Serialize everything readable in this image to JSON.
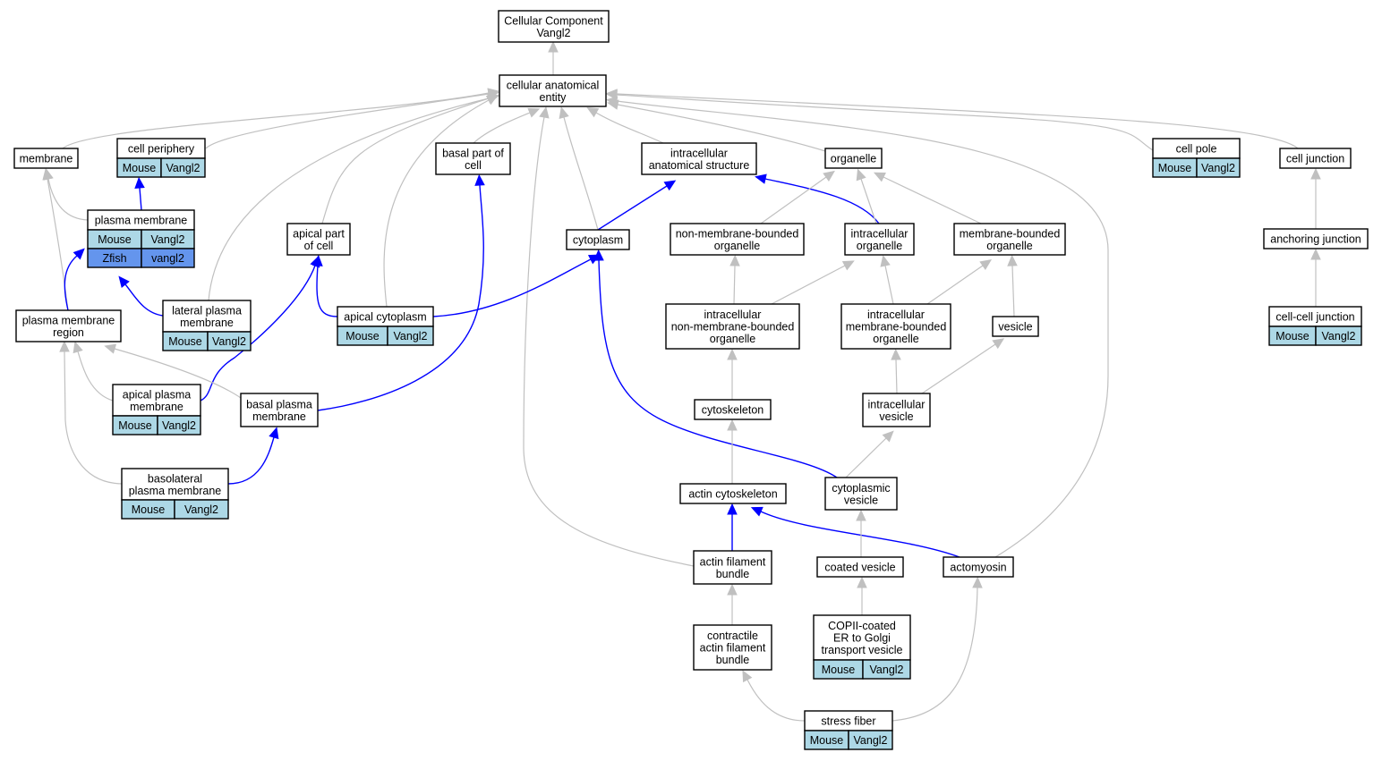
{
  "colors": {
    "is_a_edge": "#c0c0c0",
    "part_of_edge": "#0000ff",
    "mouse_cell": "#add8e6",
    "zfish_cell": "#6495ed",
    "node_fill": "#ffffff"
  },
  "nodes": {
    "root": {
      "lines": [
        "Cellular Component",
        "Vangl2"
      ]
    },
    "cae": {
      "lines": [
        "cellular anatomical",
        "entity"
      ]
    },
    "membrane": {
      "lines": [
        "membrane"
      ]
    },
    "cellperiph": {
      "lines": [
        "cell periphery"
      ],
      "annotations": [
        {
          "species": "Mouse",
          "gene": "Vangl2"
        }
      ]
    },
    "basalpart": {
      "lines": [
        "basal part of",
        "cell"
      ]
    },
    "ias": {
      "lines": [
        "intracellular",
        "anatomical structure"
      ]
    },
    "organelle": {
      "lines": [
        "organelle"
      ]
    },
    "cellpole": {
      "lines": [
        "cell pole"
      ],
      "annotations": [
        {
          "species": "Mouse",
          "gene": "Vangl2"
        }
      ]
    },
    "celljunction": {
      "lines": [
        "cell junction"
      ]
    },
    "plasmamem": {
      "lines": [
        "plasma membrane"
      ],
      "annotations": [
        {
          "species": "Mouse",
          "gene": "Vangl2"
        },
        {
          "species": "Zfish",
          "gene": "vangl2"
        }
      ]
    },
    "apicalpart": {
      "lines": [
        "apical part",
        "of cell"
      ]
    },
    "cytoplasm": {
      "lines": [
        "cytoplasm"
      ]
    },
    "nmbo": {
      "lines": [
        "non-membrane-bounded",
        "organelle"
      ]
    },
    "intorg": {
      "lines": [
        "intracellular",
        "organelle"
      ]
    },
    "mbo": {
      "lines": [
        "membrane-bounded",
        "organelle"
      ]
    },
    "anchoring": {
      "lines": [
        "anchoring junction"
      ]
    },
    "pmregion": {
      "lines": [
        "plasma membrane",
        "region"
      ]
    },
    "lateralpm": {
      "lines": [
        "lateral plasma",
        "membrane"
      ],
      "annotations": [
        {
          "species": "Mouse",
          "gene": "Vangl2"
        }
      ]
    },
    "apicalcyto": {
      "lines": [
        "apical cytoplasm"
      ],
      "annotations": [
        {
          "species": "Mouse",
          "gene": "Vangl2"
        }
      ]
    },
    "inmbo": {
      "lines": [
        "intracellular",
        "non-membrane-bounded",
        "organelle"
      ]
    },
    "imbo": {
      "lines": [
        "intracellular",
        "membrane-bounded",
        "organelle"
      ]
    },
    "vesicle": {
      "lines": [
        "vesicle"
      ]
    },
    "ccjunction": {
      "lines": [
        "cell-cell junction"
      ],
      "annotations": [
        {
          "species": "Mouse",
          "gene": "Vangl2"
        }
      ]
    },
    "apicalpm": {
      "lines": [
        "apical plasma",
        "membrane"
      ],
      "annotations": [
        {
          "species": "Mouse",
          "gene": "Vangl2"
        }
      ]
    },
    "basalpm": {
      "lines": [
        "basal plasma",
        "membrane"
      ]
    },
    "cytoskeleton": {
      "lines": [
        "cytoskeleton"
      ]
    },
    "intvesicle": {
      "lines": [
        "intracellular",
        "vesicle"
      ]
    },
    "basolatpm": {
      "lines": [
        "basolateral",
        "plasma membrane"
      ],
      "annotations": [
        {
          "species": "Mouse",
          "gene": "Vangl2"
        }
      ]
    },
    "actincyto": {
      "lines": [
        "actin cytoskeleton"
      ]
    },
    "cytovesicle": {
      "lines": [
        "cytoplasmic",
        "vesicle"
      ]
    },
    "afbundle": {
      "lines": [
        "actin filament",
        "bundle"
      ]
    },
    "coatedves": {
      "lines": [
        "coated vesicle"
      ]
    },
    "actomyosin": {
      "lines": [
        "actomyosin"
      ]
    },
    "cafbundle": {
      "lines": [
        "contractile",
        "actin filament",
        "bundle"
      ]
    },
    "copii": {
      "lines": [
        "COPII-coated",
        "ER to Golgi",
        "transport vesicle"
      ],
      "annotations": [
        {
          "species": "Mouse",
          "gene": "Vangl2"
        }
      ]
    },
    "stressfiber": {
      "lines": [
        "stress fiber"
      ],
      "annotations": [
        {
          "species": "Mouse",
          "gene": "Vangl2"
        }
      ]
    }
  },
  "edges": [
    {
      "from": "cae",
      "to": "root",
      "type": "is_a"
    },
    {
      "from": "membrane",
      "to": "cae",
      "type": "is_a"
    },
    {
      "from": "cellperiph",
      "to": "cae",
      "type": "is_a"
    },
    {
      "from": "basalpart",
      "to": "cae",
      "type": "is_a"
    },
    {
      "from": "ias",
      "to": "cae",
      "type": "is_a"
    },
    {
      "from": "organelle",
      "to": "cae",
      "type": "is_a"
    },
    {
      "from": "cellpole",
      "to": "cae",
      "type": "is_a"
    },
    {
      "from": "celljunction",
      "to": "cae",
      "type": "is_a"
    },
    {
      "from": "apicalpart",
      "to": "cae",
      "type": "is_a"
    },
    {
      "from": "lateralpm",
      "to": "cae",
      "type": "is_a"
    },
    {
      "from": "apicalcyto",
      "to": "cae",
      "type": "is_a"
    },
    {
      "from": "cytoplasm",
      "to": "cae",
      "type": "is_a"
    },
    {
      "from": "afbundle",
      "to": "cae",
      "type": "is_a"
    },
    {
      "from": "actomyosin",
      "to": "cae",
      "type": "is_a"
    },
    {
      "from": "plasmamem",
      "to": "membrane",
      "type": "is_a"
    },
    {
      "from": "pmregion",
      "to": "membrane",
      "type": "is_a"
    },
    {
      "from": "plasmamem",
      "to": "cellperiph",
      "type": "part_of"
    },
    {
      "from": "pmregion",
      "to": "plasmamem",
      "type": "part_of"
    },
    {
      "from": "lateralpm",
      "to": "plasmamem",
      "type": "part_of"
    },
    {
      "from": "cytoplasm",
      "to": "ias",
      "type": "part_of"
    },
    {
      "from": "intorg",
      "to": "ias",
      "type": "part_of"
    },
    {
      "from": "nmbo",
      "to": "organelle",
      "type": "is_a"
    },
    {
      "from": "intorg",
      "to": "organelle",
      "type": "is_a"
    },
    {
      "from": "mbo",
      "to": "organelle",
      "type": "is_a"
    },
    {
      "from": "anchoring",
      "to": "celljunction",
      "type": "is_a"
    },
    {
      "from": "ccjunction",
      "to": "anchoring",
      "type": "is_a"
    },
    {
      "from": "apicalcyto",
      "to": "apicalpart",
      "type": "part_of"
    },
    {
      "from": "apicalpm",
      "to": "apicalpart",
      "type": "part_of"
    },
    {
      "from": "apicalcyto",
      "to": "cytoplasm",
      "type": "part_of"
    },
    {
      "from": "cytovesicle",
      "to": "cytoplasm",
      "type": "part_of"
    },
    {
      "from": "basalpm",
      "to": "basalpart",
      "type": "part_of"
    },
    {
      "from": "inmbo",
      "to": "nmbo",
      "type": "is_a"
    },
    {
      "from": "inmbo",
      "to": "intorg",
      "type": "is_a"
    },
    {
      "from": "imbo",
      "to": "intorg",
      "type": "is_a"
    },
    {
      "from": "imbo",
      "to": "mbo",
      "type": "is_a"
    },
    {
      "from": "vesicle",
      "to": "mbo",
      "type": "is_a"
    },
    {
      "from": "intvesicle",
      "to": "vesicle",
      "type": "is_a"
    },
    {
      "from": "intvesicle",
      "to": "imbo",
      "type": "is_a"
    },
    {
      "from": "cytoskeleton",
      "to": "inmbo",
      "type": "is_a"
    },
    {
      "from": "apicalpm",
      "to": "pmregion",
      "type": "is_a"
    },
    {
      "from": "basalpm",
      "to": "pmregion",
      "type": "is_a"
    },
    {
      "from": "basolatpm",
      "to": "pmregion",
      "type": "is_a"
    },
    {
      "from": "basolatpm",
      "to": "basalpm",
      "type": "part_of"
    },
    {
      "from": "actincyto",
      "to": "cytoskeleton",
      "type": "is_a"
    },
    {
      "from": "cytovesicle",
      "to": "intvesicle",
      "type": "is_a"
    },
    {
      "from": "afbundle",
      "to": "actincyto",
      "type": "part_of"
    },
    {
      "from": "actomyosin",
      "to": "actincyto",
      "type": "part_of"
    },
    {
      "from": "coatedves",
      "to": "cytovesicle",
      "type": "is_a"
    },
    {
      "from": "cafbundle",
      "to": "afbundle",
      "type": "is_a"
    },
    {
      "from": "copii",
      "to": "coatedves",
      "type": "is_a"
    },
    {
      "from": "stressfiber",
      "to": "cafbundle",
      "type": "is_a"
    },
    {
      "from": "stressfiber",
      "to": "actomyosin",
      "type": "is_a"
    }
  ]
}
